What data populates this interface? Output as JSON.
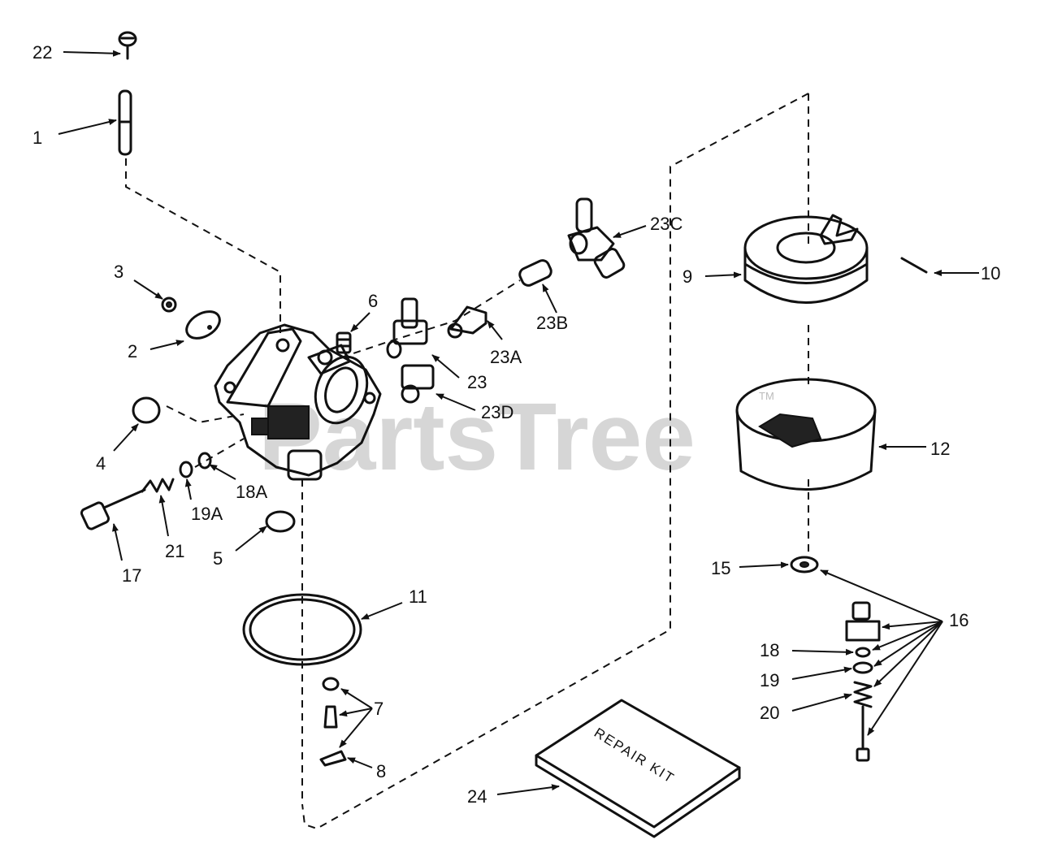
{
  "watermark": "PartsTree",
  "trademark": "TM",
  "repair_kit_text": "REPAIR KIT",
  "labels": {
    "l22": "22",
    "l1": "1",
    "l3": "3",
    "l2": "2",
    "l4": "4",
    "l6": "6",
    "l23": "23",
    "l23A": "23A",
    "l23B": "23B",
    "l23C": "23C",
    "l23D": "23D",
    "l9": "9",
    "l10": "10",
    "l12": "12",
    "l15": "15",
    "l16": "16",
    "l18": "18",
    "l19": "19",
    "l20": "20",
    "l18A": "18A",
    "l19A": "19A",
    "l21": "21",
    "l17": "17",
    "l5": "5",
    "l11": "11",
    "l7": "7",
    "l8": "8",
    "l24": "24"
  }
}
